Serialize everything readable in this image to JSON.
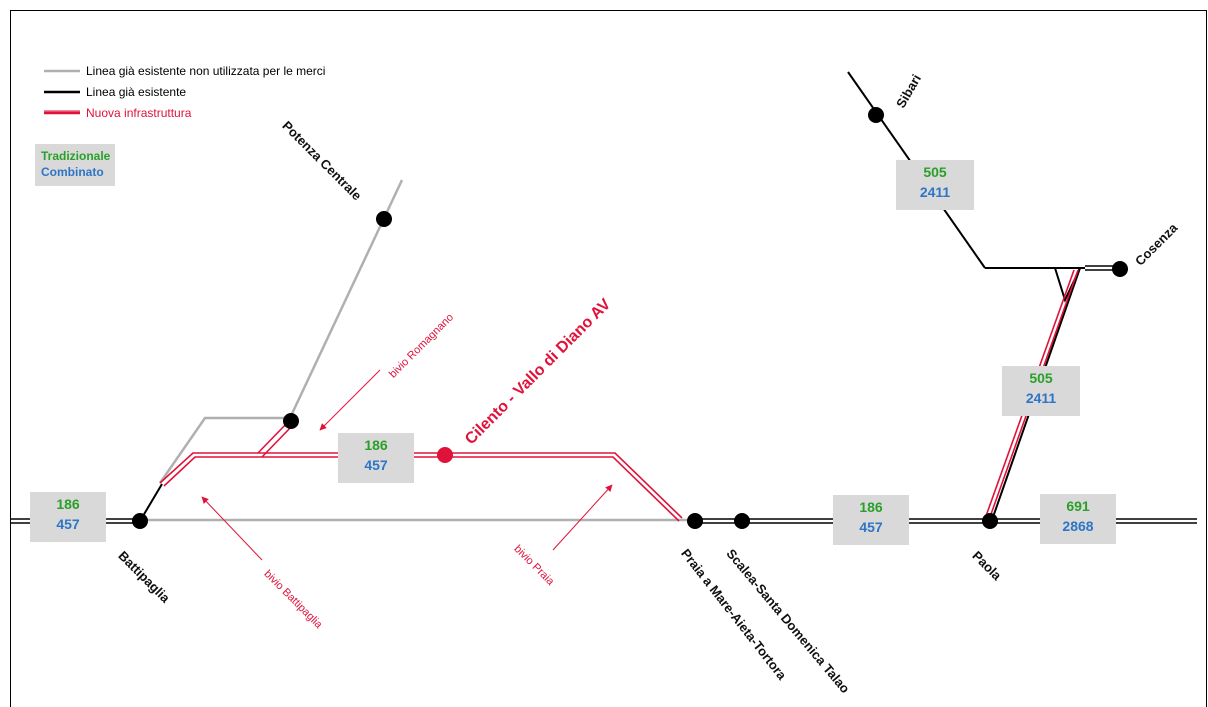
{
  "legend": {
    "unused_line": "Linea già esistente non utilizzata per le merci",
    "existing_line": "Linea già esistente",
    "new_infra": "Nuova infrastruttura",
    "traditional": "Tradizionale",
    "combined": "Combinato"
  },
  "colors": {
    "gray_line": "#b0b0b0",
    "black_line": "#000000",
    "red_line": "#e0123a",
    "green": "#2aa02a",
    "blue": "#2e75c6",
    "box_bg": "#d9d9d9"
  },
  "stations": {
    "battipaglia": "Battipaglia",
    "potenza": "Potenza Centrale",
    "praia": "Praia a Mare-Aieta-Tortora",
    "scalea": "Scalea-Santa Domenica Talao",
    "paola": "Paola",
    "cosenza": "Cosenza",
    "sibari": "Sibari"
  },
  "junctions": {
    "romagnano": "bivio Romagnano",
    "battipaglia": "bivio Battipaglia",
    "praia": "bivio Praia"
  },
  "new_line_name": "Cilento - Vallo di Diano AV",
  "capacity_boxes": {
    "west": {
      "tradizionale": "186",
      "combinato": "457"
    },
    "new_line": {
      "tradizionale": "186",
      "combinato": "457"
    },
    "scalea_paola": {
      "tradizionale": "186",
      "combinato": "457"
    },
    "south": {
      "tradizionale": "691",
      "combinato": "2868"
    },
    "paola_cosenza": {
      "tradizionale": "505",
      "combinato": "2411"
    },
    "sibari": {
      "tradizionale": "505",
      "combinato": "2411"
    }
  }
}
